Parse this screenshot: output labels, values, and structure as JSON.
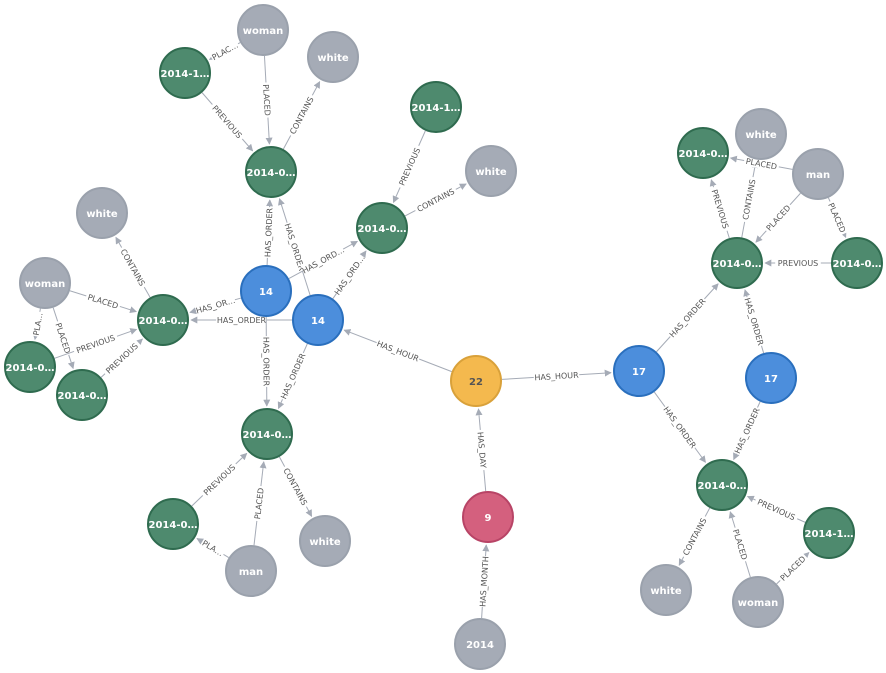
{
  "colors": {
    "order_fill": "#4e8a6e",
    "order_stroke": "#2f6b4f",
    "order_text": "#ffffff",
    "attr_fill": "#a5abb6",
    "attr_stroke": "#9aa1ac",
    "attr_text": "#ffffff",
    "hour_fill": "#4c8edc",
    "hour_stroke": "#2a6fbd",
    "hour_text": "#ffffff",
    "day_fill": "#f4b94e",
    "day_stroke": "#d9a13a",
    "day_text": "#555555",
    "month_fill": "#d4607e",
    "month_stroke": "#b84466",
    "month_text": "#ffffff",
    "year_fill": "#a5abb6",
    "year_stroke": "#9aa1ac",
    "year_text": "#ffffff",
    "edge": "#a5abb6"
  },
  "nodes": [
    {
      "id": "w_top",
      "type": "attr",
      "label": "woman"
    },
    {
      "id": "o_top_left",
      "type": "order",
      "label": "2014-1…"
    },
    {
      "id": "c_top",
      "type": "attr",
      "label": "white"
    },
    {
      "id": "o_top",
      "type": "order",
      "label": "2014-0…"
    },
    {
      "id": "o_mid_tr",
      "type": "order",
      "label": "2014-1…"
    },
    {
      "id": "c_mid_r",
      "type": "attr",
      "label": "white"
    },
    {
      "id": "o_mid",
      "type": "order",
      "label": "2014-0…"
    },
    {
      "id": "c_left",
      "type": "attr",
      "label": "white"
    },
    {
      "id": "w_left",
      "type": "attr",
      "label": "woman"
    },
    {
      "id": "o_left",
      "type": "order",
      "label": "2014-0…"
    },
    {
      "id": "o_left_a",
      "type": "order",
      "label": "2014-0…"
    },
    {
      "id": "o_left_b",
      "type": "order",
      "label": "2014-0…"
    },
    {
      "id": "h14a",
      "type": "hour",
      "label": "14"
    },
    {
      "id": "h14b",
      "type": "hour",
      "label": "14"
    },
    {
      "id": "o_bot",
      "type": "order",
      "label": "2014-0…"
    },
    {
      "id": "o_bot_l",
      "type": "order",
      "label": "2014-0…"
    },
    {
      "id": "m_bot",
      "type": "attr",
      "label": "man"
    },
    {
      "id": "c_bot",
      "type": "attr",
      "label": "white"
    },
    {
      "id": "d22",
      "type": "day",
      "label": "22"
    },
    {
      "id": "mo9",
      "type": "month",
      "label": "9"
    },
    {
      "id": "y2014",
      "type": "year",
      "label": "2014"
    },
    {
      "id": "h17a",
      "type": "hour",
      "label": "17"
    },
    {
      "id": "h17b",
      "type": "hour",
      "label": "17"
    },
    {
      "id": "o_r_top_l",
      "type": "order",
      "label": "2014-0…"
    },
    {
      "id": "c_r_top",
      "type": "attr",
      "label": "white"
    },
    {
      "id": "m_r",
      "type": "attr",
      "label": "man"
    },
    {
      "id": "o_r_mid",
      "type": "order",
      "label": "2014-0…"
    },
    {
      "id": "o_r_right",
      "type": "order",
      "label": "2014-0…"
    },
    {
      "id": "o_r_bot",
      "type": "order",
      "label": "2014-0…"
    },
    {
      "id": "o_r_bot_r",
      "type": "order",
      "label": "2014-1…"
    },
    {
      "id": "c_r_bot",
      "type": "attr",
      "label": "white"
    },
    {
      "id": "w_r_bot",
      "type": "attr",
      "label": "woman"
    }
  ],
  "edges": [
    {
      "from": "w_top",
      "to": "o_top_left",
      "label": "PLAC…"
    },
    {
      "from": "w_top",
      "to": "o_top",
      "label": "PLACED"
    },
    {
      "from": "o_top_left",
      "to": "o_top",
      "label": "PREVIOUS"
    },
    {
      "from": "o_top",
      "to": "c_top",
      "label": "CONTAINS"
    },
    {
      "from": "h14a",
      "to": "o_top",
      "label": "HAS_ORDER"
    },
    {
      "from": "h14b",
      "to": "o_top",
      "label": "HAS_ORDER"
    },
    {
      "from": "o_mid_tr",
      "to": "o_mid",
      "label": "PREVIOUS"
    },
    {
      "from": "o_mid",
      "to": "c_mid_r",
      "label": "CONTAINS"
    },
    {
      "from": "h14a",
      "to": "o_mid",
      "label": "HAS_ORD…"
    },
    {
      "from": "h14b",
      "to": "o_mid",
      "label": "HAS_ORD…"
    },
    {
      "from": "o_left",
      "to": "c_left",
      "label": "CONTAINS"
    },
    {
      "from": "w_left",
      "to": "o_left",
      "label": "PLACED"
    },
    {
      "from": "w_left",
      "to": "o_left_a",
      "label": "PLA…"
    },
    {
      "from": "w_left",
      "to": "o_left_b",
      "label": "PLACED"
    },
    {
      "from": "o_left_a",
      "to": "o_left",
      "label": "PREVIOUS"
    },
    {
      "from": "o_left_b",
      "to": "o_left",
      "label": "PREVIOUS"
    },
    {
      "from": "h14a",
      "to": "o_left",
      "label": "HAS_OR…"
    },
    {
      "from": "h14b",
      "to": "o_left",
      "label": "HAS_ORDER"
    },
    {
      "from": "h14a",
      "to": "o_bot",
      "label": "HAS_ORDER"
    },
    {
      "from": "h14b",
      "to": "o_bot",
      "label": "HAS_ORDER"
    },
    {
      "from": "o_bot_l",
      "to": "o_bot",
      "label": "PREVIOUS"
    },
    {
      "from": "m_bot",
      "to": "o_bot",
      "label": "PLACED"
    },
    {
      "from": "m_bot",
      "to": "o_bot_l",
      "label": "PLA…"
    },
    {
      "from": "o_bot",
      "to": "c_bot",
      "label": "CONTAINS"
    },
    {
      "from": "d22",
      "to": "h14b",
      "label": "HAS_HOUR"
    },
    {
      "from": "d22",
      "to": "h17a",
      "label": "HAS_HOUR"
    },
    {
      "from": "mo9",
      "to": "d22",
      "label": "HAS_DAY"
    },
    {
      "from": "y2014",
      "to": "mo9",
      "label": "HAS_MONTH"
    },
    {
      "from": "h17a",
      "to": "o_r_mid",
      "label": "HAS_ORDER"
    },
    {
      "from": "h17a",
      "to": "o_r_bot",
      "label": "HAS_ORDER"
    },
    {
      "from": "h17b",
      "to": "o_r_mid",
      "label": "HAS_ORDER"
    },
    {
      "from": "h17b",
      "to": "o_r_bot",
      "label": "HAS_ORDER"
    },
    {
      "from": "o_r_mid",
      "to": "o_r_top_l",
      "label": "PREVIOUS"
    },
    {
      "from": "o_r_mid",
      "to": "c_r_top",
      "label": "CONTAINS"
    },
    {
      "from": "m_r",
      "to": "o_r_top_l",
      "label": "PLACED"
    },
    {
      "from": "m_r",
      "to": "o_r_mid",
      "label": "PLACED"
    },
    {
      "from": "m_r",
      "to": "o_r_right",
      "label": "PLACED"
    },
    {
      "from": "o_r_right",
      "to": "o_r_mid",
      "label": "PREVIOUS"
    },
    {
      "from": "o_r_bot_r",
      "to": "o_r_bot",
      "label": "PREVIOUS"
    },
    {
      "from": "w_r_bot",
      "to": "o_r_bot",
      "label": "PLACED"
    },
    {
      "from": "w_r_bot",
      "to": "o_r_bot_r",
      "label": "PLACED"
    },
    {
      "from": "o_r_bot",
      "to": "c_r_bot",
      "label": "CONTAINS"
    }
  ]
}
